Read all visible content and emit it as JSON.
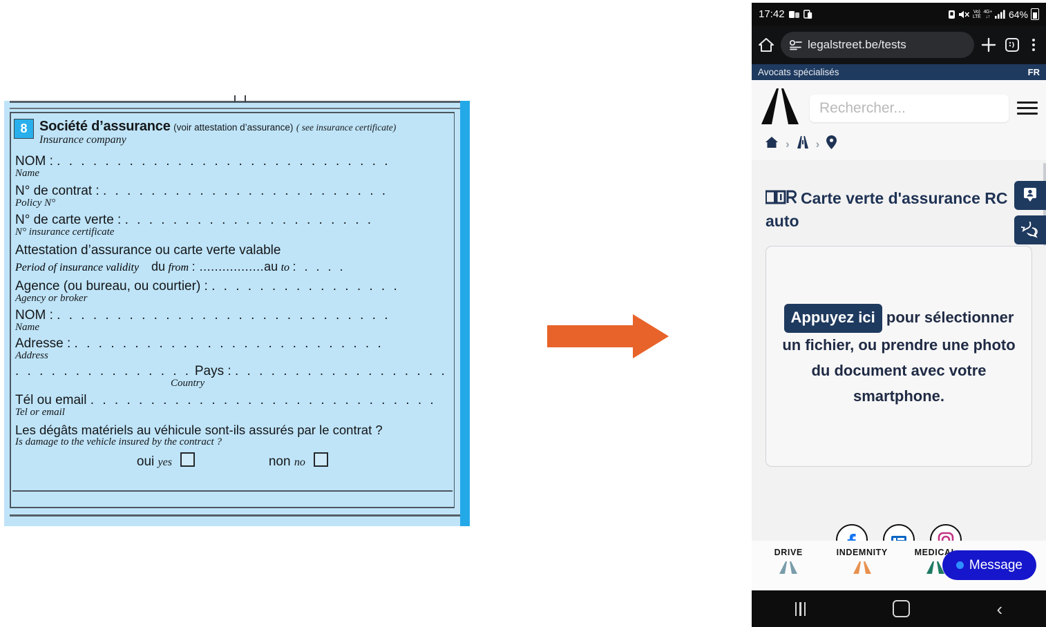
{
  "form": {
    "section_number": "8",
    "title_fr": "Société d’assurance",
    "title_note_fr": "(voir attestation d’assurance)",
    "title_note_en": "( see insurance certificate)",
    "title_en": "Insurance company",
    "rows": [
      {
        "fr": "NOM :",
        "dots": ". . . . . . . . . . . . . . . . . . . . . . . . . . . .",
        "en": "Name"
      },
      {
        "fr": "N° de contrat :",
        "dots": ". . . . . . . . . . . . . . . . . . . . . . . .",
        "en": "Policy N°"
      },
      {
        "fr": "N° de carte verte :",
        "dots": ". . . . . . . . . . . . . . . . . . . . .",
        "en": "N° insurance certificate"
      }
    ],
    "validity": {
      "fr": "Attestation d’assurance ou carte verte valable",
      "en": "Period of insurance validity",
      "du": "du",
      "from": "from",
      "dots1": ":  .................",
      "au": "au",
      "to": "to",
      "dots2": ":   . . . ."
    },
    "agency": {
      "fr": "Agence (ou bureau, ou courtier) :",
      "dots": ". . . . . . . . . . . . . . . .",
      "en": "Agency or broker"
    },
    "agency_name": {
      "fr": "NOM :",
      "dots": ". . . . . . . . . . . . . . . . . . . . . . . . . . . .",
      "en": "Name"
    },
    "address": {
      "fr": "Adresse :",
      "dots": ". . . . . . . . . . . . . . . . . . . . . . . . . .",
      "en": "Address"
    },
    "country": {
      "leading_dots": ". . . . . . . . . . . . . . .",
      "fr": "Pays :",
      "dots": ". . . . . . . . . . . . . . . . . . . .",
      "en": "Country"
    },
    "tel": {
      "fr": "Tél ou email",
      "dots": ". . . . . . . . . . . . . . . . . . . . . . . . . . . . .",
      "en": "Tel or email"
    },
    "question": {
      "fr": "Les dégâts matériels au véhicule sont-ils assurés par le contrat ?",
      "en": "Is damage to the vehicle insured by the contract ?"
    },
    "answers": {
      "yes_fr": "oui",
      "yes_en": "yes",
      "no_fr": "non",
      "no_en": "no"
    },
    "colors": {
      "paper": "#bfe4f8",
      "edge_strip": "#23a9e8",
      "number_box": "#29b0ec",
      "rule": "#4c565e"
    }
  },
  "arrow": {
    "direction": "right",
    "color": "#e8632a"
  },
  "phone": {
    "statusbar": {
      "time": "17:42",
      "network_label_1": "Vo)",
      "network_label_2": "LTE",
      "network_label_3": "4G+",
      "battery_percent": "64%",
      "icons": [
        "teams-icon",
        "devices-icon",
        "alarm-icon",
        "mute-icon",
        "volte-icon",
        "lte-icon",
        "signal-icon",
        "battery-icon"
      ]
    },
    "browser": {
      "url": "legalstreet.be/tests",
      "home_icon": "home-icon",
      "lock_icon": "page-info-icon",
      "new_tab_icon": "plus-icon",
      "tab_count_icon": "tab-switcher-icon",
      "menu_icon": "overflow-menu-icon"
    },
    "site_topbar": {
      "tagline": "Avocats spécialisés",
      "language": "FR",
      "background": "#1f3a5f"
    },
    "site_header": {
      "logo_name": "legalstreet-road-logo",
      "search_placeholder": "Rechercher...",
      "menu_icon": "hamburger-icon"
    },
    "breadcrumb": {
      "items": [
        "home-icon",
        "road-icon",
        "location-pin-icon"
      ],
      "separator": "›"
    },
    "content": {
      "badge_text": "OCR",
      "heading": "Carte verte d'assurance RC auto",
      "drop_zone": {
        "tap_label": "Appuyez ici",
        "text_rest": " pour sélectionner un fichier, ou prendre une photo du document avec votre smartphone."
      }
    },
    "side_tabs": [
      {
        "name": "contact-tab",
        "icon": "person-card-icon"
      },
      {
        "name": "chat-tab",
        "icon": "chat-bubbles-icon"
      }
    ],
    "socials": [
      {
        "name": "facebook",
        "color": "#1877f2"
      },
      {
        "name": "linkedin",
        "color": "#0a66c2"
      },
      {
        "name": "instagram",
        "color": "#c13584"
      }
    ],
    "bottom_nav": [
      {
        "label": "DRIVE",
        "color": "#7a9cab"
      },
      {
        "label": "INDEMNITY",
        "color": "#e8904f"
      },
      {
        "label": "MEDICAL",
        "color": "#1f7a63"
      },
      {
        "label": "",
        "color": "#23355c"
      }
    ],
    "message_button": {
      "label": "Message",
      "background": "#1616cc",
      "dot_color": "#2f8fff"
    },
    "android_nav": {
      "recents": "recents-icon",
      "home": "home-icon",
      "back": "back-icon"
    }
  }
}
